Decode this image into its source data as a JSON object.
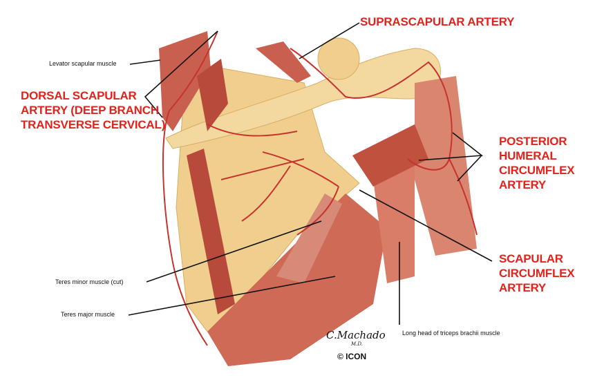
{
  "labels": {
    "suprascapular": "SUPRASCAPULAR ARTERY",
    "dorsal_scapular": [
      "DORSAL SCAPULAR",
      "ARTERY (DEEP BRANCH",
      "TRANSVERSE CERVICAL)"
    ],
    "posterior_humeral": [
      "POSTERIOR",
      "HUMERAL",
      "CIRCUMFLEX",
      "ARTERY"
    ],
    "scapular_circumflex": [
      "SCAPULAR",
      "CIRCUMFLEX",
      "ARTERY"
    ],
    "levator": "Levator scapular muscle",
    "teres_minor": "Teres minor muscle (cut)",
    "teres_major": "Teres major muscle",
    "triceps": "Long head of triceps brachii muscle"
  },
  "credit": {
    "signature": "C.Machado",
    "degree": "M.D.",
    "copyright": "© ICON"
  },
  "colors": {
    "label_red": "#e3221b",
    "bone": "#f0cf8e",
    "muscle": "#c9604f",
    "artery": "#c8322c"
  }
}
